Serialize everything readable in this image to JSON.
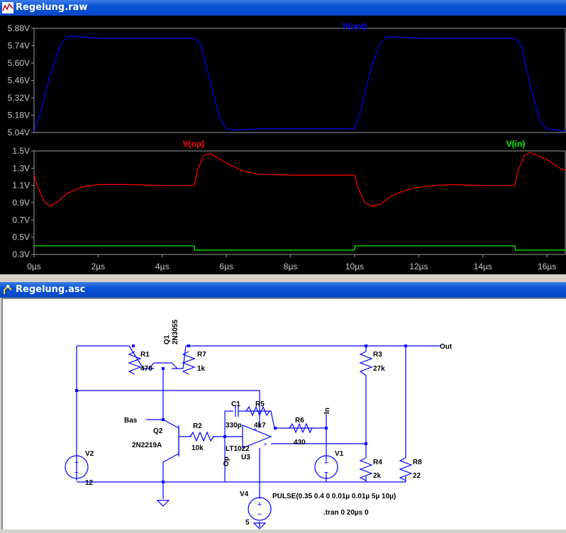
{
  "windows": {
    "raw": {
      "title": "Regelung.raw"
    },
    "asc": {
      "title": "Regelung.asc"
    }
  },
  "plot": {
    "top_pane": {
      "trace_label": "V(out)",
      "trace_color": "#0000ff",
      "y_ticks": [
        "5.88V",
        "5.74V",
        "5.60V",
        "5.46V",
        "5.32V",
        "5.18V",
        "5.04V"
      ]
    },
    "bottom_pane": {
      "trace_labels": [
        {
          "text": "V(op)",
          "color": "#ff0000"
        },
        {
          "text": "V(in)",
          "color": "#00ff00"
        }
      ],
      "y_ticks": [
        "1.5V",
        "1.3V",
        "1.1V",
        "0.9V",
        "0.7V",
        "0.5V",
        "0.3V"
      ]
    },
    "x_ticks": [
      "0µs",
      "2µs",
      "4µs",
      "6µs",
      "8µs",
      "10µs",
      "12µs",
      "14µs",
      "16µs"
    ]
  },
  "chart_data": [
    {
      "type": "line",
      "title": "",
      "xlabel": "",
      "ylabel": "",
      "xlim": [
        0,
        16.7
      ],
      "ylim": [
        5.04,
        5.88
      ],
      "x_unit": "µs",
      "y_unit": "V",
      "series": [
        {
          "name": "V(out)",
          "color": "#0000ff",
          "x": [
            0,
            0.2,
            0.5,
            0.8,
            1.0,
            1.2,
            1.5,
            2.0,
            3.0,
            4.0,
            5.0,
            5.2,
            5.5,
            5.8,
            6.0,
            6.3,
            7,
            8,
            9,
            10,
            10.2,
            10.5,
            10.8,
            11.0,
            11.3,
            12,
            13,
            14,
            15,
            15.2,
            15.5,
            15.8,
            16.0,
            16.3,
            16.7
          ],
          "y": [
            5.05,
            5.2,
            5.5,
            5.73,
            5.81,
            5.82,
            5.81,
            5.8,
            5.8,
            5.8,
            5.8,
            5.75,
            5.45,
            5.15,
            5.07,
            5.06,
            5.07,
            5.07,
            5.07,
            5.07,
            5.22,
            5.55,
            5.76,
            5.81,
            5.81,
            5.8,
            5.8,
            5.8,
            5.8,
            5.74,
            5.4,
            5.12,
            5.07,
            5.06,
            5.05
          ]
        }
      ]
    },
    {
      "type": "line",
      "title": "",
      "xlabel": "",
      "ylabel": "",
      "xlim": [
        0,
        16.7
      ],
      "ylim": [
        0.3,
        1.5
      ],
      "x_unit": "µs",
      "y_unit": "V",
      "series": [
        {
          "name": "V(op)",
          "color": "#ff0000",
          "x": [
            0,
            0.1,
            0.3,
            0.5,
            0.7,
            1.0,
            1.5,
            2.0,
            3.0,
            4.0,
            5.0,
            5.1,
            5.3,
            5.5,
            6.0,
            6.5,
            7,
            8,
            9,
            10,
            10.1,
            10.3,
            10.5,
            10.8,
            11.2,
            11.8,
            12.5,
            13,
            14,
            15,
            15.1,
            15.3,
            15.5,
            16.0,
            16.4,
            16.7
          ],
          "y": [
            1.22,
            1.1,
            0.92,
            0.86,
            0.9,
            1.0,
            1.08,
            1.11,
            1.11,
            1.1,
            1.1,
            1.28,
            1.45,
            1.47,
            1.36,
            1.27,
            1.23,
            1.22,
            1.22,
            1.22,
            1.08,
            0.91,
            0.86,
            0.88,
            0.99,
            1.07,
            1.1,
            1.11,
            1.1,
            1.1,
            1.28,
            1.45,
            1.48,
            1.4,
            1.3,
            1.26
          ]
        },
        {
          "name": "V(in)",
          "color": "#00ff00",
          "x": [
            0,
            5.0,
            5.01,
            10.0,
            10.01,
            15.0,
            15.01,
            16.7
          ],
          "y": [
            0.4,
            0.4,
            0.35,
            0.35,
            0.4,
            0.4,
            0.35,
            0.35
          ]
        }
      ]
    }
  ],
  "schematic": {
    "labels": {
      "q1_ref": "Q1",
      "q1_model": "2N3055",
      "r1_ref": "R1",
      "r1_val": "470",
      "r7_ref": "R7",
      "r7_val": "1k",
      "r3_ref": "R3",
      "r3_val": "27k",
      "out_net": "Out",
      "c1_ref": "C1",
      "c1_val": "330p",
      "r5_ref": "R5",
      "r5_val": "4k7",
      "bas_net": "Bas",
      "q2_ref": "Q2",
      "q2_model": "2N2219A",
      "r2_ref": "R2",
      "r2_val": "10k",
      "r6_ref": "R6",
      "r6_val": "430",
      "in_net": "In",
      "u3_model": "LT1022",
      "u3_ref": "U3",
      "op_net": "Op",
      "v1_ref": "V1",
      "v2_ref": "V2",
      "v2_val": "12",
      "r4_ref": "R4",
      "r4_val": "2k",
      "r8_ref": "R8",
      "r8_val": "22",
      "v4_ref": "V4",
      "v4_val": "5",
      "pulse": "PULSE(0.35 0.4 0 0.01µ 0.01µ 5µ 10µ)",
      "tran": ".tran 0 20µs 0"
    }
  }
}
